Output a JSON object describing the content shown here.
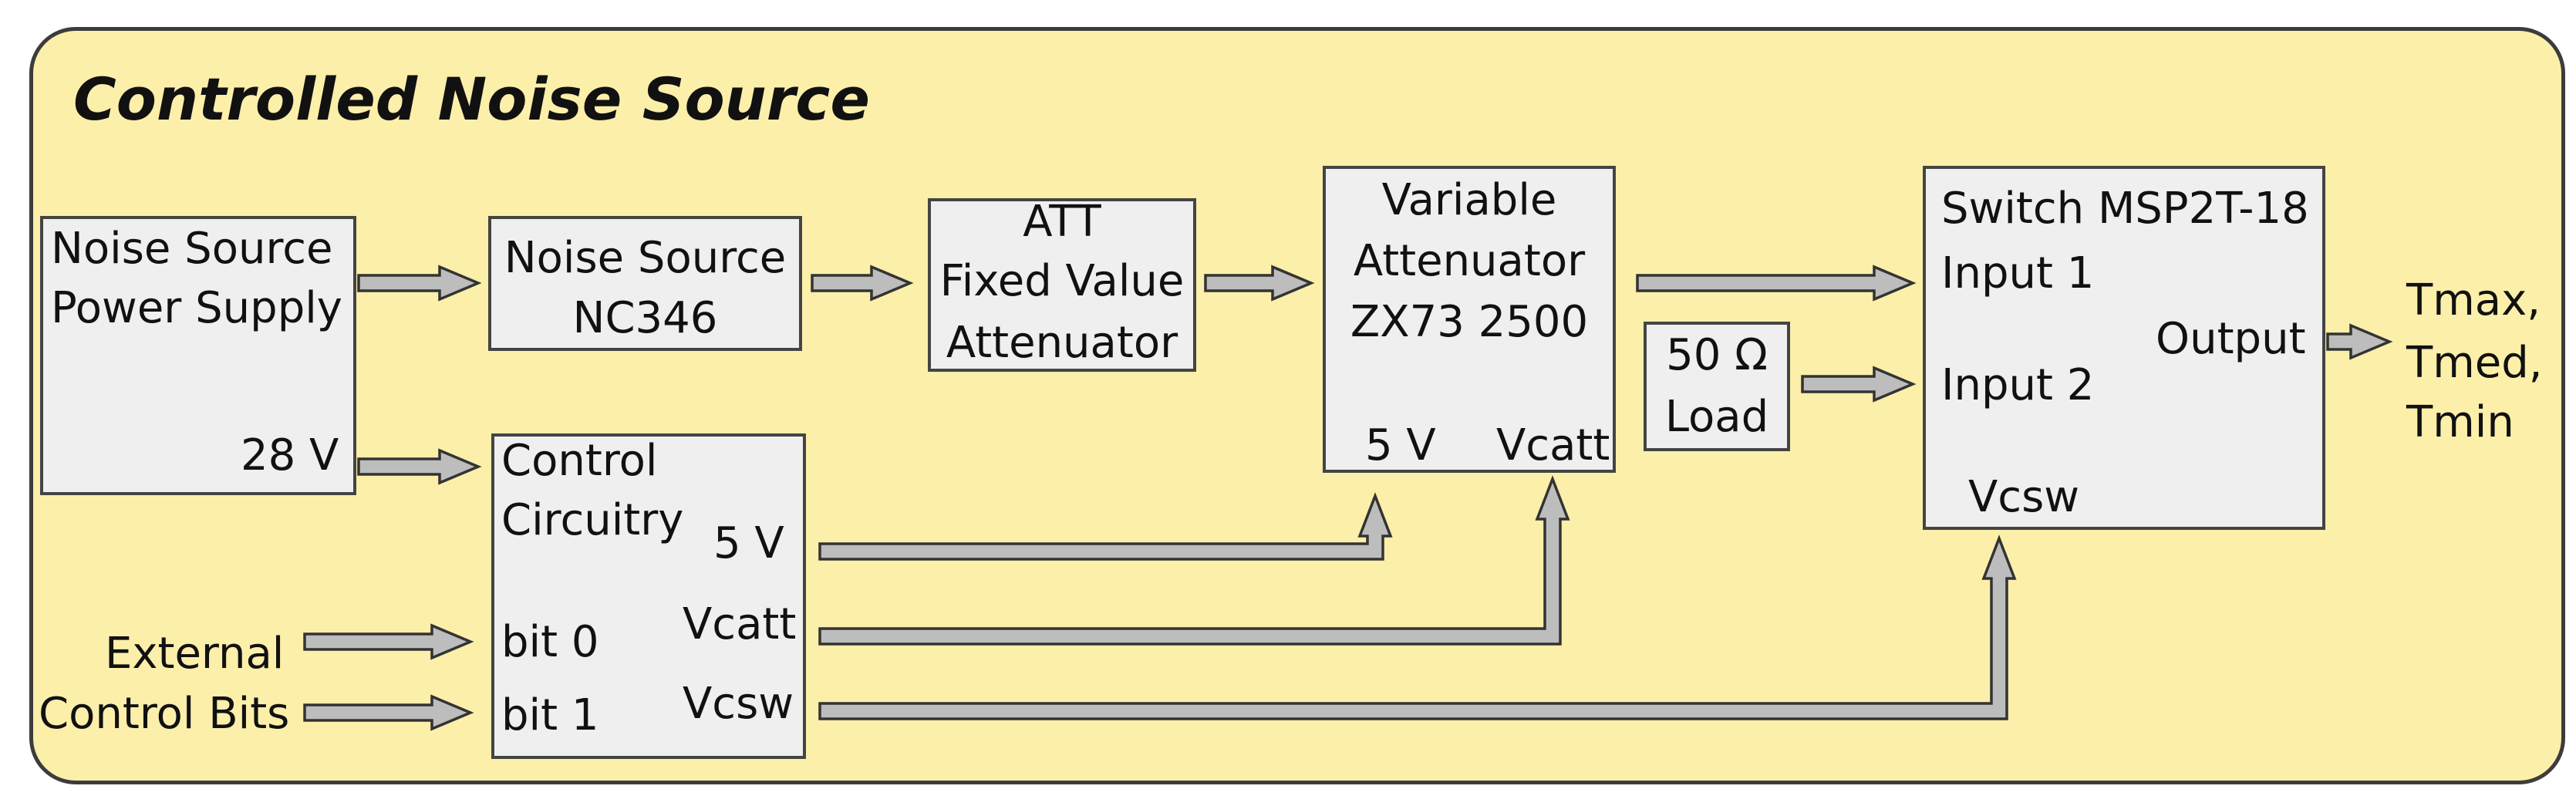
{
  "title": "Controlled Noise Source",
  "blocks": {
    "power_supply": {
      "line1": "Noise Source",
      "line2": "Power Supply",
      "out_28v": "28 V"
    },
    "noise_source": {
      "line1": "Noise Source",
      "line2": "NC346"
    },
    "fixed_att": {
      "line1": "ATT",
      "line2": "Fixed Value",
      "line3": "Attenuator"
    },
    "variable_att": {
      "line1": "Variable",
      "line2": "Attenuator",
      "line3": "ZX73 2500",
      "pin_5v": "5 V",
      "pin_vcatt": "Vcatt"
    },
    "control": {
      "line1": "Control",
      "line2": "Circuitry",
      "out_5v": "5 V",
      "out_vcatt": "Vcatt",
      "out_vcsw": "Vcsw",
      "in_bit0": "bit 0",
      "in_bit1": "bit 1"
    },
    "load": {
      "line1": "50 Ω",
      "line2": "Load"
    },
    "switch": {
      "title": "Switch MSP2T-18",
      "input1": "Input 1",
      "input2": "Input 2",
      "output": "Output",
      "vcsw": "Vcsw"
    }
  },
  "external": {
    "line1": "External",
    "line2": "Control Bits"
  },
  "outputs": {
    "line1": "Tmax,",
    "line2": "Tmed,",
    "line3": "Tmin"
  }
}
